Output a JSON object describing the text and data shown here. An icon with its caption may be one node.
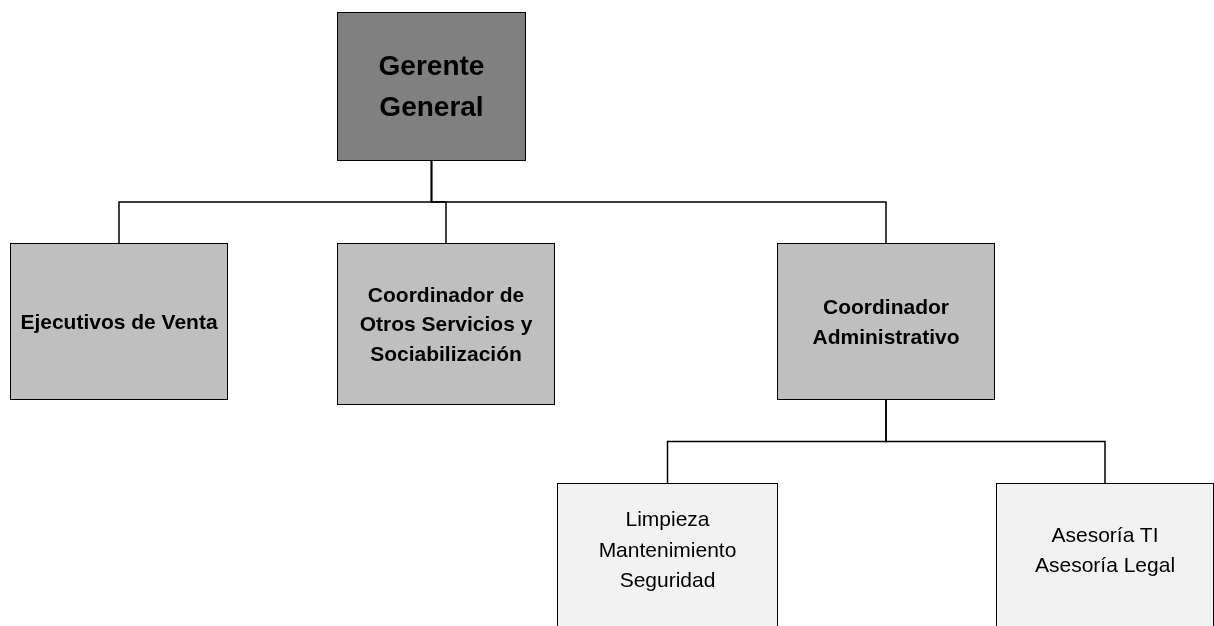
{
  "diagram": {
    "nodes": [
      {
        "text": [
          "Gerente General"
        ]
      },
      {
        "text": [
          "Ejecutivos de Venta"
        ]
      },
      {
        "text": [
          "Coordinador de Otros Servicios y Sociabilización"
        ]
      },
      {
        "text": [
          "Coordinador Administrativo"
        ]
      },
      {
        "text": [
          "Limpieza",
          "Mantenimiento",
          "Seguridad"
        ]
      },
      {
        "text": [
          "Asesoría TI",
          "Asesoría Legal"
        ]
      }
    ],
    "edges": [
      {
        "from": 0,
        "to": 1,
        "arrow": "none"
      },
      {
        "from": 0,
        "to": 2,
        "arrow": "none"
      },
      {
        "from": 0,
        "to": 3,
        "arrow": "none"
      },
      {
        "from": 3,
        "to": 4,
        "arrow": "none"
      },
      {
        "from": 3,
        "to": 5,
        "arrow": "none"
      }
    ]
  }
}
